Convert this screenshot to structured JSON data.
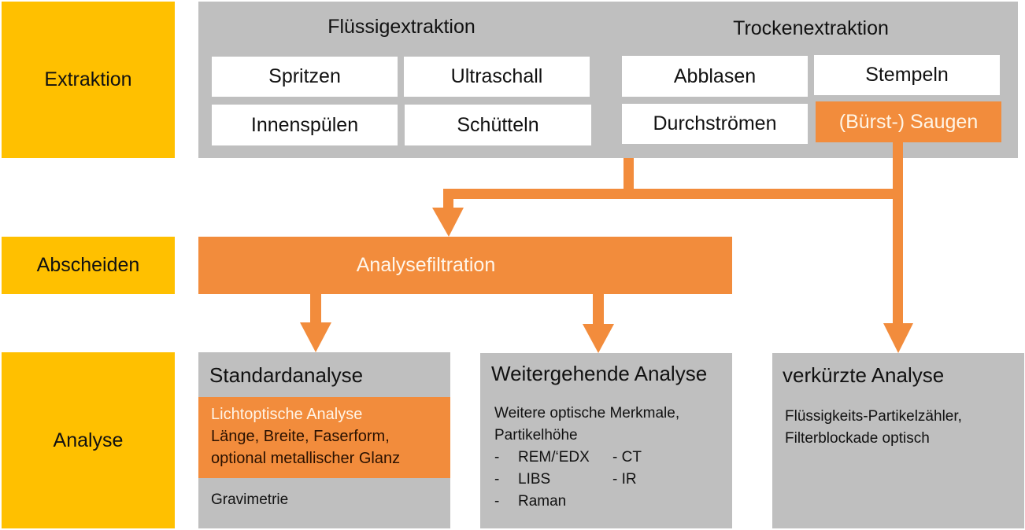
{
  "stages": {
    "extraction": "Extraktion",
    "separation": "Abscheiden",
    "analysis": "Analyse"
  },
  "extraction": {
    "liquid": {
      "title": "Flüssigextraktion",
      "methods": [
        "Spritzen",
        "Ultraschall",
        "Innenspülen",
        "Schütteln"
      ]
    },
    "dry": {
      "title": "Trockenextraktion",
      "methods": [
        "Abblasen",
        "Stempeln",
        "Durchströmen",
        "(Bürst-) Saugen"
      ],
      "highlighted_method": "(Bürst-) Saugen"
    }
  },
  "separation": {
    "label": "Analysefiltration"
  },
  "analysis": {
    "standard": {
      "title": "Standardanalyse",
      "highlight_title": "Lichtoptische Analyse",
      "highlight_lines": [
        "Länge, Breite, Faserform,",
        "optional metallischer Glanz"
      ],
      "footer": "Gravimetrie"
    },
    "extended": {
      "title": "Weitergehende Analyse",
      "intro_lines": [
        "Weitere optische Merkmale,",
        "Partikelhöhe"
      ],
      "list": [
        {
          "dash": "-",
          "main": "REM/‘EDX",
          "extra": "- CT"
        },
        {
          "dash": "-",
          "main": "LIBS",
          "extra": "- IR"
        },
        {
          "dash": "-",
          "main": "Raman",
          "extra": ""
        }
      ]
    },
    "short": {
      "title": "verkürzte Analyse",
      "lines": [
        "Flüssigkeits-Partikelzähler,",
        "Filterblockade optisch"
      ]
    }
  },
  "colors": {
    "stage": "#ffc000",
    "panel": "#bfbfbf",
    "accent": "#f28c3c",
    "method_bg": "#ffffff"
  }
}
